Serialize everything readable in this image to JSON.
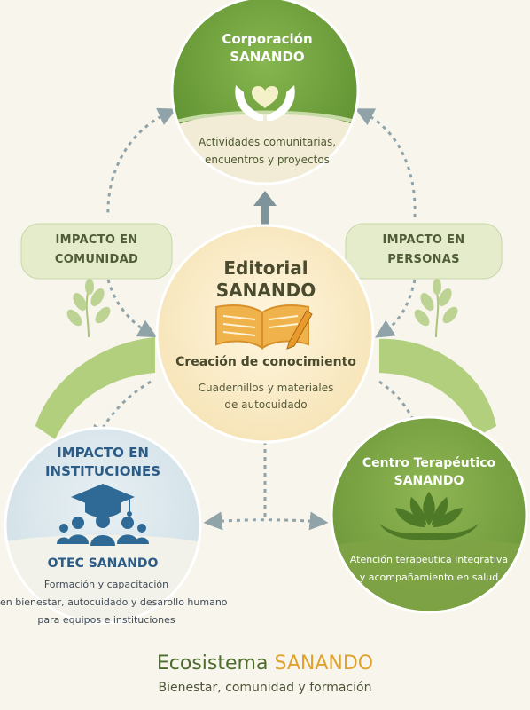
{
  "corporacion": {
    "title_line1": "Corporación",
    "title_line2": "SANANDO",
    "desc_line1": "Actividades comunitarias,",
    "desc_line2": "encuentros y proyectos",
    "icon": "hands-heart-icon"
  },
  "editorial": {
    "title_line1": "Editorial",
    "title_line2": "SANANDO",
    "subtitle": "Creación de conocimiento",
    "desc_line1": "Cuadernillos y materiales",
    "desc_line2": "de autocuidado",
    "icon": "open-book-pencil-icon"
  },
  "impacto_comunidad": {
    "line1": "IMPACTO EN",
    "line2": "COMUNIDAD"
  },
  "impacto_personas": {
    "line1": "IMPACTO EN",
    "line2": "PERSONAS"
  },
  "instituciones": {
    "title_line1": "IMPACTO EN",
    "title_line2": "INSTITUCIONES",
    "name": "OTEC SANANDO",
    "desc_line1": "Formación y capacitación",
    "desc_line2": "en bienestar, autocuidado y desarollo humano",
    "desc_line3": "para equipos e instituciones",
    "icon": "graduation-group-icon"
  },
  "centro": {
    "title_line1": "Centro Terapéutico",
    "title_line2": "SANANDO",
    "desc_line1": "Atención terapeutica integrativa",
    "desc_line2": "y acompañamiento en salud",
    "icon": "lotus-hands-icon"
  },
  "footer": {
    "title_part1": "Ecosistema ",
    "title_part2": "SANANDO",
    "subtitle": "Bienestar, comunidad y formación"
  },
  "colors": {
    "green_dark": "#6b9a3a",
    "green_light": "#a8c96c",
    "cream": "#fbecc8",
    "blue_light": "#dce8ee",
    "blue_dark": "#2c5c86",
    "gold": "#e0a22e",
    "arrow_gray": "#8fa3a8"
  }
}
